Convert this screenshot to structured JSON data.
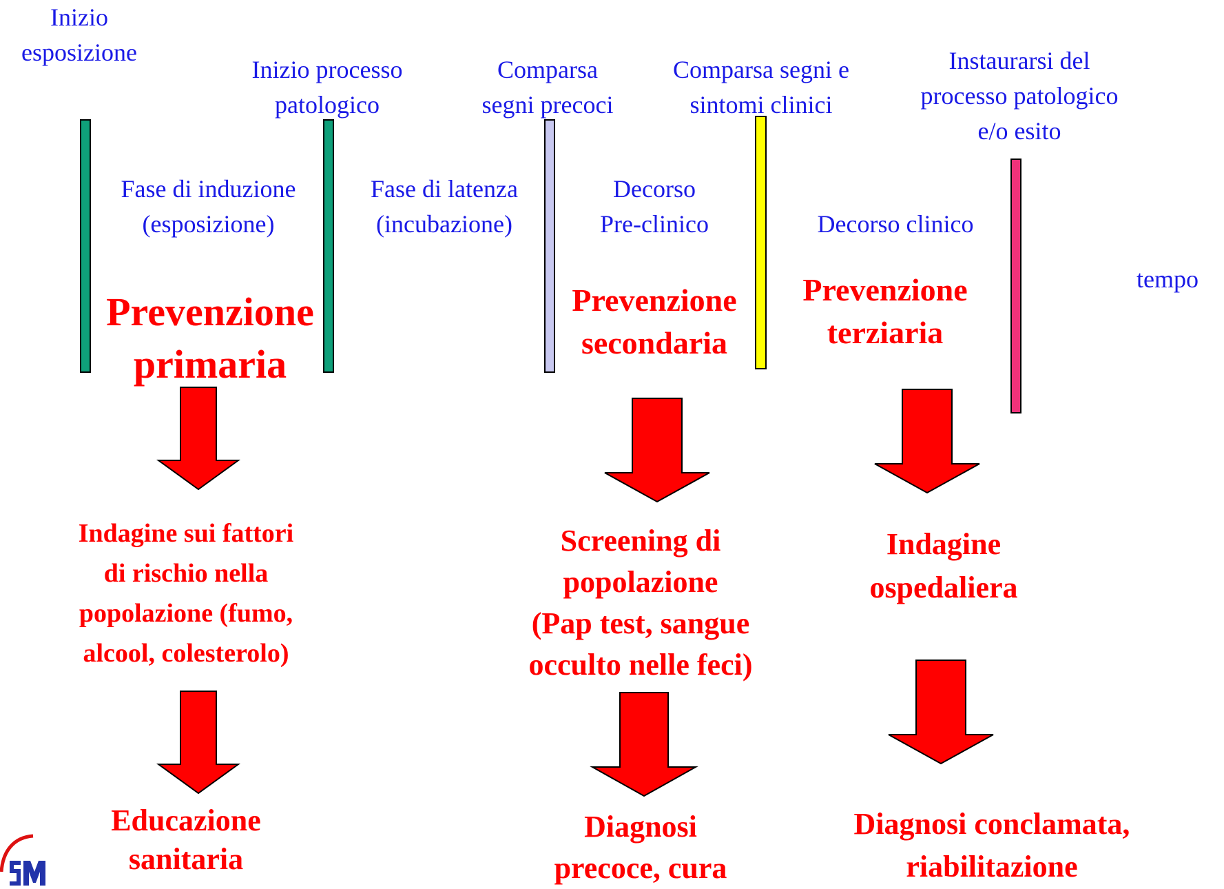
{
  "events": {
    "inizio_esposizione": [
      "Inizio",
      "esposizione"
    ],
    "inizio_processo": [
      "Inizio processo",
      "patologico"
    ],
    "comparsa_precoci": [
      "Comparsa",
      "segni precoci"
    ],
    "comparsa_clinici": [
      "Comparsa segni e",
      "sintomi clinici"
    ],
    "instaurarsi": [
      "Instaurarsi del",
      "processo patologico",
      "e/o esito"
    ],
    "tempo": "tempo"
  },
  "phases": {
    "induzione": [
      "Fase di induzione",
      "(esposizione)"
    ],
    "latenza": [
      "Fase di latenza",
      "(incubazione)"
    ],
    "preclinico": [
      "Decorso",
      "Pre-clinico"
    ],
    "clinico": "Decorso clinico"
  },
  "prevention": {
    "primaria": [
      "Prevenzione",
      "primaria"
    ],
    "secondaria": [
      "Prevenzione",
      "secondaria"
    ],
    "terziaria": [
      "Prevenzione",
      "terziaria"
    ]
  },
  "actions": {
    "fattori_rischio": [
      "Indagine sui fattori",
      "di rischio nella",
      "popolazione (fumo,",
      "alcool, colesterolo)"
    ],
    "educazione": [
      "Educazione",
      "sanitaria"
    ],
    "screening": [
      "Screening di",
      "popolazione",
      "(Pap test, sangue",
      "occulto nelle feci)"
    ],
    "diagnosi_precoce": [
      "Diagnosi",
      "precoce, cura"
    ],
    "indagine_ospedaliera": [
      "Indagine",
      "ospedaliera"
    ],
    "diagnosi_conclamata": [
      "Diagnosi conclamata,",
      "riabilitazione"
    ]
  },
  "colors": {
    "event_text": "#1a1ae6",
    "prevention_text": "#ff0000",
    "arrow": "#ff0000",
    "bar_teal": "#0fa07a",
    "bar_lavender": "#c8c8f0",
    "bar_yellow": "#ffff00",
    "bar_pink": "#f0327a"
  }
}
